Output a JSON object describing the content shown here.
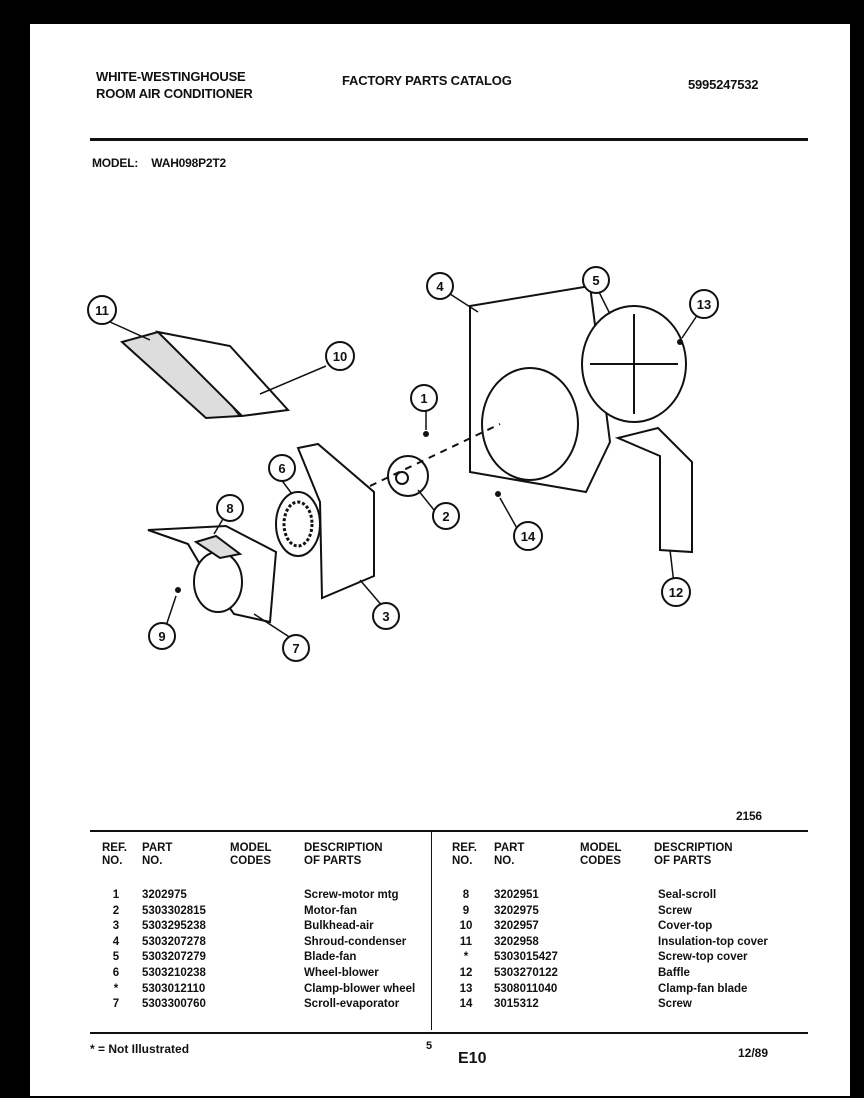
{
  "header": {
    "brand_line1": "WHITE-WESTINGHOUSE",
    "brand_line2": "ROOM AIR CONDITIONER",
    "catalog_title": "FACTORY PARTS CATALOG",
    "catalog_number": "5995247532",
    "model_label": "MODEL:",
    "model_value": "WAH098P2T2"
  },
  "diagram": {
    "drawing_number": "2156",
    "callouts": [
      "1",
      "2",
      "3",
      "4",
      "5",
      "6",
      "7",
      "8",
      "9",
      "10",
      "11",
      "12",
      "13",
      "14"
    ]
  },
  "table": {
    "headers": {
      "ref": "REF.\nNO.",
      "part": "PART\nNO.",
      "model": "MODEL\nCODES",
      "desc": "DESCRIPTION\nOF PARTS"
    },
    "left": [
      {
        "ref": "1",
        "part": "3202975",
        "desc": "Screw-motor mtg"
      },
      {
        "ref": "2",
        "part": "5303302815",
        "desc": "Motor-fan"
      },
      {
        "ref": "3",
        "part": "5303295238",
        "desc": "Bulkhead-air"
      },
      {
        "ref": "4",
        "part": "5303207278",
        "desc": "Shroud-condenser"
      },
      {
        "ref": "5",
        "part": "5303207279",
        "desc": "Blade-fan"
      },
      {
        "ref": "6",
        "part": "5303210238",
        "desc": "Wheel-blower"
      },
      {
        "ref": "*",
        "part": "5303012110",
        "desc": "Clamp-blower wheel"
      },
      {
        "ref": "7",
        "part": "5303300760",
        "desc": "Scroll-evaporator"
      }
    ],
    "right": [
      {
        "ref": "8",
        "part": "3202951",
        "desc": "Seal-scroll"
      },
      {
        "ref": "9",
        "part": "3202975",
        "desc": "Screw"
      },
      {
        "ref": "10",
        "part": "3202957",
        "desc": "Cover-top"
      },
      {
        "ref": "11",
        "part": "3202958",
        "desc": "Insulation-top cover"
      },
      {
        "ref": "*",
        "part": "5303015427",
        "desc": "Screw-top cover"
      },
      {
        "ref": "12",
        "part": "5303270122",
        "desc": "Baffle"
      },
      {
        "ref": "13",
        "part": "5308011040",
        "desc": "Clamp-fan blade"
      },
      {
        "ref": "14",
        "part": "3015312",
        "desc": "Screw"
      }
    ]
  },
  "footer": {
    "note": "* = Not Illustrated",
    "page_number": "5",
    "section": "E10",
    "date": "12/89"
  }
}
